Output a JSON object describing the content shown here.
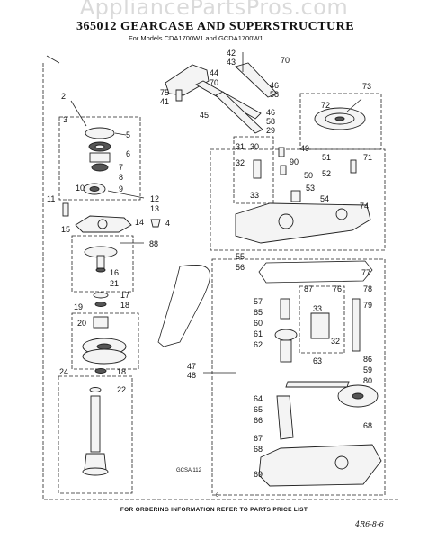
{
  "watermark": "AppliancePartsPros.com",
  "title": "365012 GEARCASE AND SUPERSTRUCTURE",
  "subtitle": "For Models CDA1700W1 and GCDA1700W1",
  "figure_code": "GCSA 112",
  "footer": "FOR ORDERING INFORMATION REFER TO PARTS PRICE LIST",
  "handwritten": "4R6-8-6",
  "page_mark": "6",
  "callouts": {
    "c42": "42",
    "c43": "43",
    "c70a": "70",
    "c44": "44",
    "c46a": "46",
    "c70b": "70",
    "c58a": "58",
    "c75": "75",
    "c41": "41",
    "c45": "45",
    "c46b": "46",
    "c58b": "58",
    "c29": "29",
    "c73": "73",
    "c72": "72",
    "c2": "2",
    "c3": "3",
    "c5": "5",
    "c6": "6",
    "c7": "7",
    "c8": "8",
    "c9": "9",
    "c10": "10",
    "c11": "11",
    "c12": "12",
    "c13": "13",
    "c14": "14",
    "c4": "4",
    "c88": "88",
    "c15": "15",
    "c16": "16",
    "c21": "21",
    "c17": "17",
    "c18a": "18",
    "c19": "19",
    "c20": "20",
    "c18b": "18",
    "c24": "24",
    "c22": "22",
    "c31": "31",
    "c30": "30",
    "c32a": "32",
    "c33a": "33",
    "c49": "49",
    "c90": "90",
    "c51": "51",
    "c52": "52",
    "c50": "50",
    "c71": "71",
    "c53": "53",
    "c54": "54",
    "c74": "74",
    "c55": "55",
    "c56": "56",
    "c77": "77",
    "c57": "57",
    "c85": "85",
    "c60": "60",
    "c61": "61",
    "c62": "62",
    "c87": "87",
    "c76": "76",
    "c78": "78",
    "c79": "79",
    "c33b": "33",
    "c32b": "32",
    "c63": "63",
    "c86": "86",
    "c59": "59",
    "c80": "80",
    "c47": "47",
    "c48": "48",
    "c64": "64",
    "c65": "65",
    "c66": "66",
    "c67": "67",
    "c68a": "68",
    "c68b": "68",
    "c69": "69"
  }
}
